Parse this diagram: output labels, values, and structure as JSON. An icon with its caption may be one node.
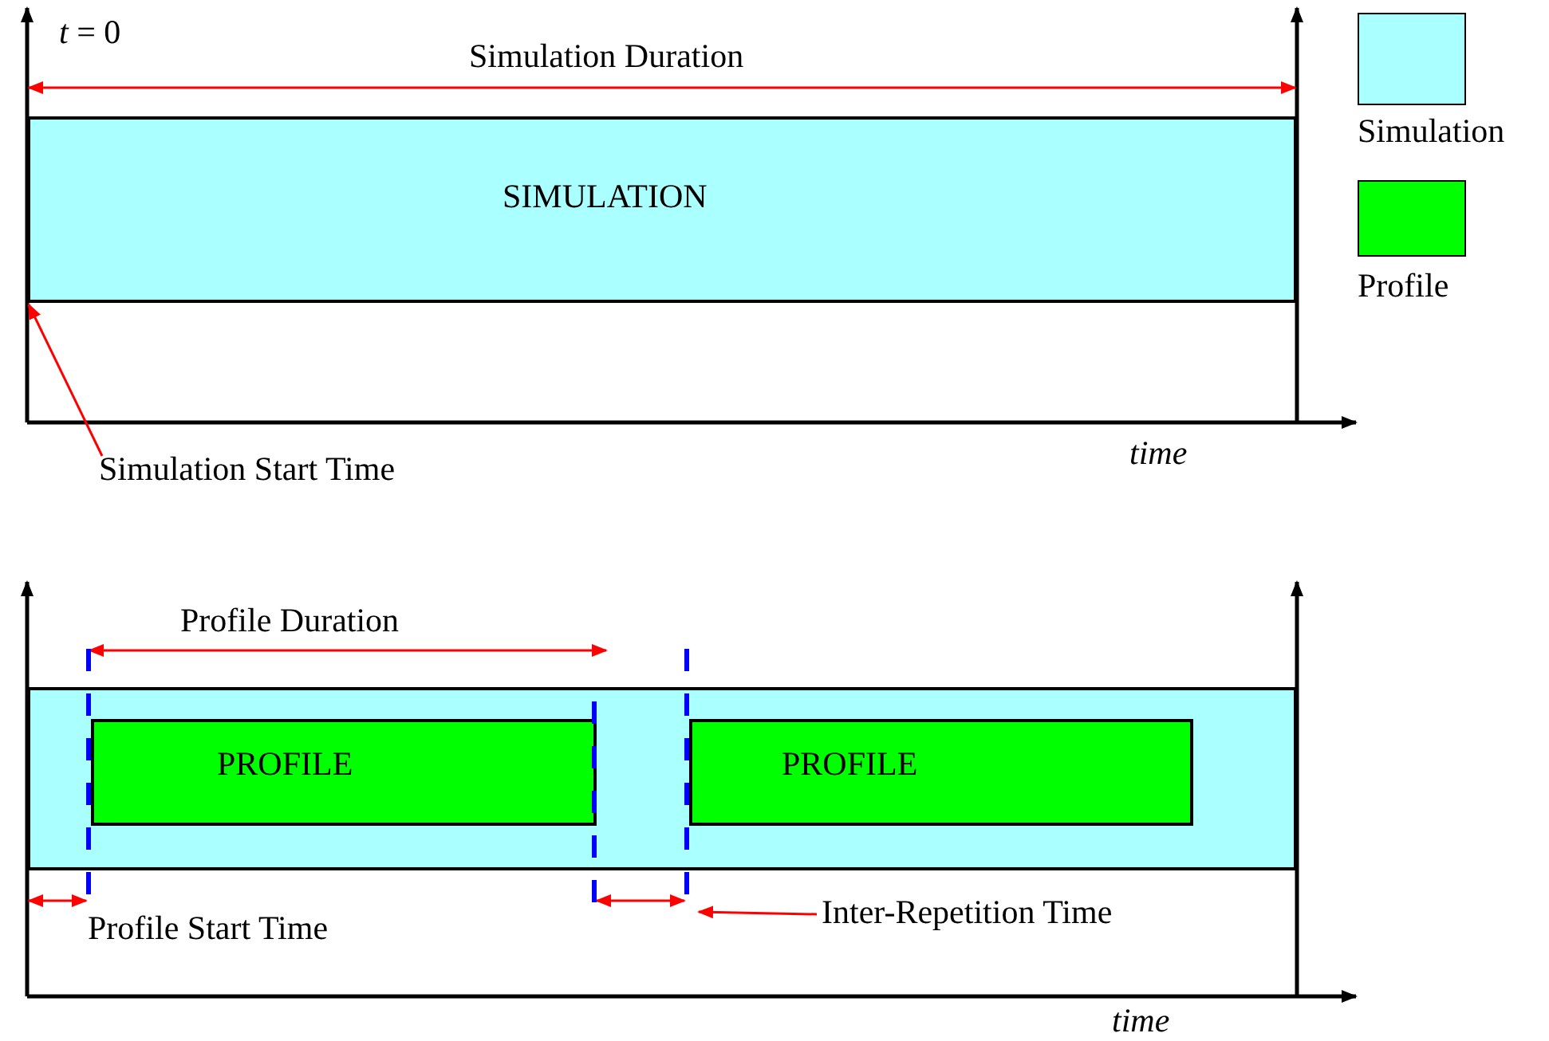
{
  "diagram": {
    "nodes": [
      {
        "text": [
          "SIMULATION"
        ]
      },
      {
        "text": [],
        "shape": "box"
      },
      {
        "text": [
          "PROFILE"
        ],
        "in": 1
      },
      {
        "text": [
          "PROFILE"
        ],
        "in": 1
      },
      {
        "text": [
          "Simulation Start Time"
        ]
      },
      {
        "text": [
          "Inter-Repetition Time"
        ]
      },
      {
        "text": [],
        "shape": "line"
      },
      {
        "text": [],
        "shape": "line"
      },
      {
        "text": [],
        "shape": "line"
      }
    ],
    "edges": [
      {
        "from": 4,
        "to": 0,
        "arrow": "to"
      },
      {
        "from": 5,
        "to": 8,
        "arrow": "to"
      },
      {
        "from": 1,
        "to": 6,
        "arrow": "both"
      },
      {
        "from": 7,
        "to": 8,
        "arrow": "both"
      }
    ],
    "labels": [
      "*t* = 0",
      "Simulation Duration",
      "time",
      "Profile Duration",
      "Profile Start Time",
      "time"
    ],
    "legend": [
      {
        "text": "Simulation",
        "color": "#aaffff"
      },
      {
        "text": "Profile",
        "color": "#00ff00"
      }
    ]
  }
}
